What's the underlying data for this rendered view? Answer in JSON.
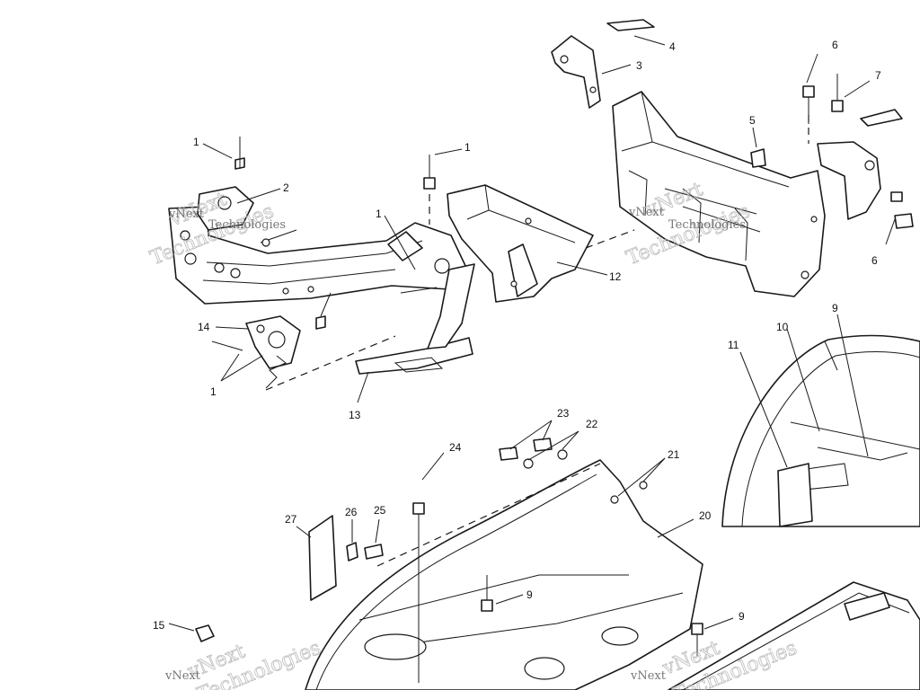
{
  "colors": {
    "line": "#1a1a1a",
    "background": "#ffffff",
    "watermark": "#b8b8b8"
  },
  "watermark": {
    "brand": "vNext",
    "name": "Technologies"
  },
  "callouts": {
    "c1a": "1",
    "c1b": "1",
    "c1c": "1",
    "c1d": "1",
    "c2": "2",
    "c3": "3",
    "c4": "4",
    "c5": "5",
    "c6a": "6",
    "c6b": "6",
    "c7": "7",
    "c9a": "9",
    "c9b": "9",
    "c9c": "9",
    "c10": "10",
    "c11": "11",
    "c12": "12",
    "c13": "13",
    "c14": "14",
    "c15": "15",
    "c20": "20",
    "c21": "21",
    "c22": "22",
    "c23": "23",
    "c24": "24",
    "c25": "25",
    "c26": "26",
    "c27": "27"
  }
}
